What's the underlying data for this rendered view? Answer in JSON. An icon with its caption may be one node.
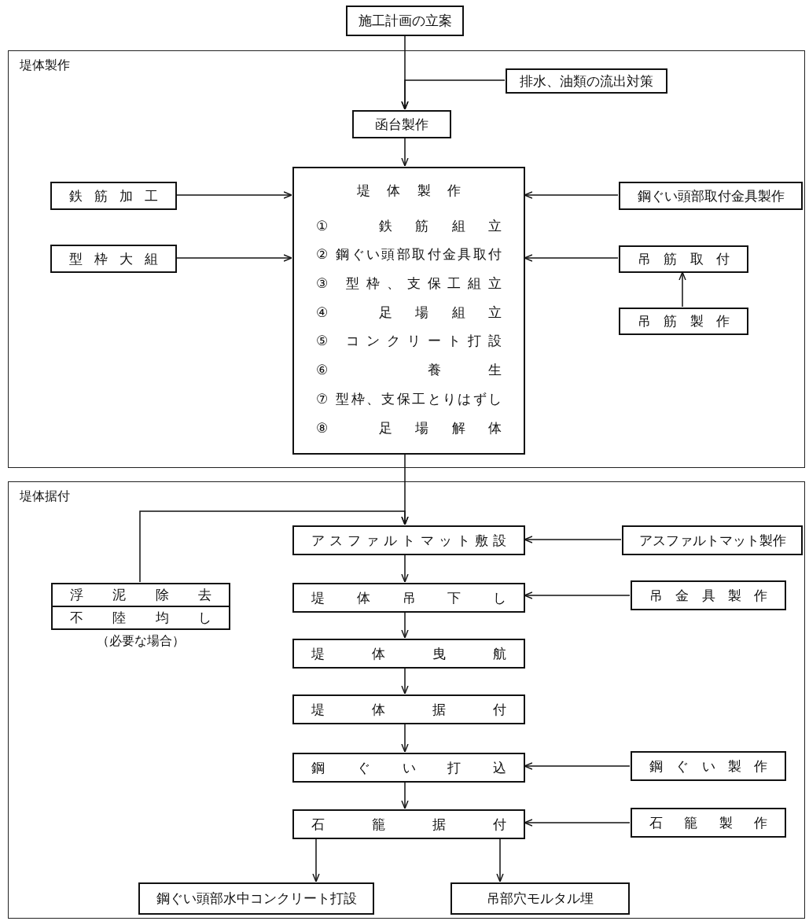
{
  "diagram": {
    "nodes": [
      {
        "text": [
          "施工計画の立案"
        ]
      },
      {
        "text": [
          "堤体製作"
        ]
      },
      {
        "text": [
          "排水、油類の流出対策"
        ],
        "in": 1
      },
      {
        "text": [
          "函台製作"
        ],
        "in": 1
      },
      {
        "text": [
          "鉄筋加工"
        ],
        "in": 1
      },
      {
        "text": [
          "堤体製作",
          "① 鉄筋組立",
          "② 鋼ぐい頭部取付金具取付",
          "③ 型枠、支保工組立",
          "④ 足場組立",
          "⑤ コンクリート打設",
          "⑥ 養生",
          "⑦ 型枠、支保工とりはずし",
          "⑧ 足場解体"
        ],
        "in": 1
      },
      {
        "text": [
          "鋼ぐい頭部取付金具製作"
        ],
        "in": 1
      },
      {
        "text": [
          "型枠大組"
        ],
        "in": 1
      },
      {
        "text": [
          "吊筋取付"
        ],
        "in": 1
      },
      {
        "text": [
          "吊筋製作"
        ],
        "in": 1
      },
      {
        "text": [
          "堤体据付"
        ]
      },
      {
        "text": [
          "浮泥除去",
          "不陸均し"
        ],
        "beside": [
          "（必要な場合）"
        ],
        "in": 10
      },
      {
        "text": [
          "アスファルトマット敷設"
        ],
        "in": 10
      },
      {
        "text": [
          "アスファルトマット製作"
        ],
        "in": 10
      },
      {
        "text": [
          "堤体吊下し"
        ],
        "in": 10
      },
      {
        "text": [
          "吊金具製作"
        ],
        "in": 10
      },
      {
        "text": [
          "堤体曳航"
        ],
        "in": 10
      },
      {
        "text": [
          "堤体据付"
        ],
        "in": 10
      },
      {
        "text": [
          "鋼ぐい打込"
        ],
        "in": 10
      },
      {
        "text": [
          "鋼ぐい製作"
        ],
        "in": 10
      },
      {
        "text": [
          "石籠据付"
        ],
        "in": 10
      },
      {
        "text": [
          "石籠製作"
        ],
        "in": 10
      },
      {
        "text": [
          "鋼ぐい頭部水中コンクリート打設"
        ],
        "in": 10
      },
      {
        "text": [
          "吊部穴モルタル埋"
        ],
        "in": 10
      }
    ],
    "edges": [
      {
        "from": 0,
        "to": 3,
        "arrow": "to"
      },
      {
        "from": 2,
        "to": 3,
        "arrow": "to"
      },
      {
        "from": 3,
        "to": 5,
        "arrow": "to"
      },
      {
        "from": 4,
        "to": 5,
        "arrow": "to"
      },
      {
        "from": 6,
        "to": 5,
        "arrow": "to"
      },
      {
        "from": 7,
        "to": 5,
        "arrow": "to"
      },
      {
        "from": 8,
        "to": 5,
        "arrow": "to"
      },
      {
        "from": 9,
        "to": 8,
        "arrow": "to"
      },
      {
        "from": 5,
        "to": 12,
        "arrow": "to"
      },
      {
        "from": 11,
        "to": 12,
        "arrow": "to"
      },
      {
        "from": 13,
        "to": 12,
        "arrow": "to"
      },
      {
        "from": 12,
        "to": 14,
        "arrow": "to"
      },
      {
        "from": 15,
        "to": 14,
        "arrow": "to"
      },
      {
        "from": 14,
        "to": 16,
        "arrow": "to"
      },
      {
        "from": 16,
        "to": 17,
        "arrow": "to"
      },
      {
        "from": 17,
        "to": 18,
        "arrow": "to"
      },
      {
        "from": 19,
        "to": 18,
        "arrow": "to"
      },
      {
        "from": 18,
        "to": 20,
        "arrow": "to"
      },
      {
        "from": 21,
        "to": 20,
        "arrow": "to"
      },
      {
        "from": 20,
        "to": 22,
        "arrow": "to"
      },
      {
        "from": 20,
        "to": 23,
        "arrow": "to"
      }
    ]
  }
}
